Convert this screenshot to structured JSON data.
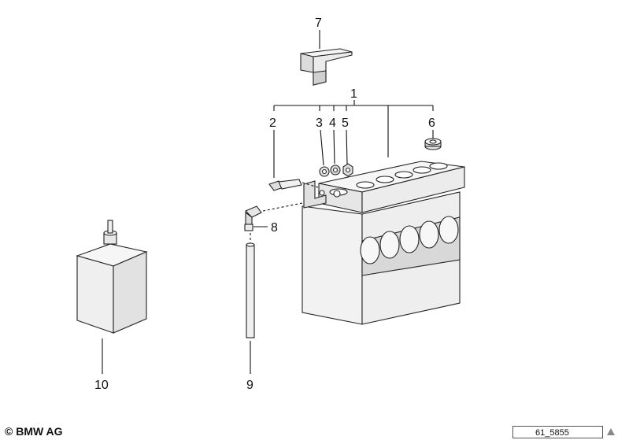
{
  "diagram": {
    "callouts": [
      "1",
      "2",
      "3",
      "4",
      "5",
      "6",
      "7",
      "8",
      "9",
      "10"
    ]
  },
  "footer": {
    "copyright": "© BMW AG",
    "reference": "61_5855"
  },
  "colors": {
    "line": "#111111",
    "part_fill": "#f2f2f2",
    "shade": "#d9d9d9"
  }
}
